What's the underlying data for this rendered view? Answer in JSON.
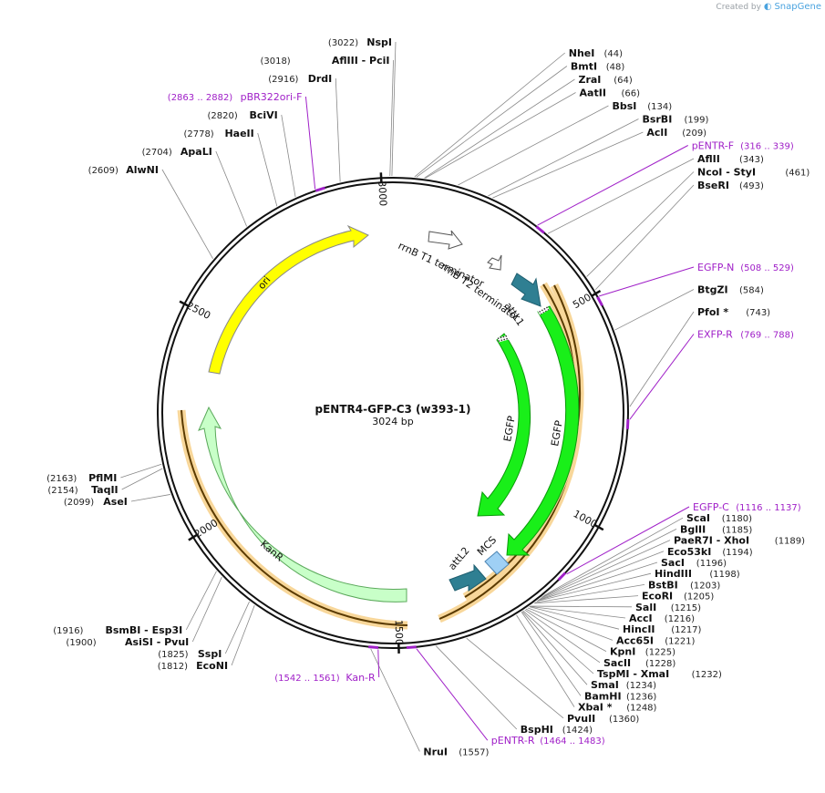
{
  "watermark": {
    "created_by": "Created by",
    "brand": "SnapGene"
  },
  "plasmid": {
    "name": "pENTR4-GFP-C3 (w393-1)",
    "length_label": "3024 bp",
    "length": 3024
  },
  "ticks": [
    {
      "pos": 500,
      "label": "500"
    },
    {
      "pos": 1000,
      "label": "1000"
    },
    {
      "pos": 1500,
      "label": "1500"
    },
    {
      "pos": 2000,
      "label": "2000"
    },
    {
      "pos": 2500,
      "label": "2500"
    },
    {
      "pos": 3000,
      "label": "3000"
    }
  ],
  "right_labels": [
    {
      "name": "NheI",
      "pos_text": "(44)",
      "pos": 44
    },
    {
      "name": "BmtI",
      "pos_text": "(48)",
      "pos": 48
    },
    {
      "name": "ZraI",
      "pos_text": "(64)",
      "pos": 64
    },
    {
      "name": "AatII",
      "pos_text": "(66)",
      "pos": 66
    },
    {
      "name": "BbsI",
      "pos_text": "(134)",
      "pos": 134
    },
    {
      "name": "BsrBI",
      "pos_text": "(199)",
      "pos": 199
    },
    {
      "name": "AclI",
      "pos_text": "(209)",
      "pos": 209
    },
    {
      "name": "pENTR-F",
      "pos_text": "(316 .. 339)",
      "pos": 316,
      "primer": true
    },
    {
      "name": "AflII",
      "pos_text": "(343)",
      "pos": 343
    },
    {
      "name": "NcoI  - StyI",
      "pos_text": "(461)",
      "pos": 461
    },
    {
      "name": "BseRI",
      "pos_text": "(493)",
      "pos": 493
    },
    {
      "name": "EGFP-N",
      "pos_text": "(508 .. 529)",
      "pos": 508,
      "primer": true
    },
    {
      "name": "BtgZI",
      "pos_text": "(584)",
      "pos": 584
    },
    {
      "name": "PfoI *",
      "pos_text": "(743)",
      "pos": 743
    },
    {
      "name": "EXFP-R",
      "pos_text": "(769 .. 788)",
      "pos": 769,
      "primer": true
    },
    {
      "name": "EGFP-C",
      "pos_text": "(1116 .. 1137)",
      "pos": 1116,
      "primer": true
    },
    {
      "name": "ScaI",
      "pos_text": "(1180)",
      "pos": 1180
    },
    {
      "name": "BglII",
      "pos_text": "(1185)",
      "pos": 1185
    },
    {
      "name": "PaeR7I  - XhoI",
      "pos_text": "(1189)",
      "pos": 1189
    },
    {
      "name": "Eco53kI",
      "pos_text": "(1194)",
      "pos": 1194
    },
    {
      "name": "SacI",
      "pos_text": "(1196)",
      "pos": 1196
    },
    {
      "name": "HindIII",
      "pos_text": "(1198)",
      "pos": 1198
    },
    {
      "name": "BstBI",
      "pos_text": "(1203)",
      "pos": 1203
    },
    {
      "name": "EcoRI",
      "pos_text": "(1205)",
      "pos": 1205
    },
    {
      "name": "SalI",
      "pos_text": "(1215)",
      "pos": 1215
    },
    {
      "name": "AccI",
      "pos_text": "(1216)",
      "pos": 1216
    },
    {
      "name": "HincII",
      "pos_text": "(1217)",
      "pos": 1217
    },
    {
      "name": "Acc65I",
      "pos_text": "(1221)",
      "pos": 1221
    },
    {
      "name": "KpnI",
      "pos_text": "(1225)",
      "pos": 1225
    },
    {
      "name": "SacII",
      "pos_text": "(1228)",
      "pos": 1228
    },
    {
      "name": "TspMI  - XmaI",
      "pos_text": "(1232)",
      "pos": 1232
    },
    {
      "name": "SmaI",
      "pos_text": "(1234)",
      "pos": 1234
    },
    {
      "name": "BamHI",
      "pos_text": "(1236)",
      "pos": 1236
    },
    {
      "name": "XbaI *",
      "pos_text": "(1248)",
      "pos": 1248
    },
    {
      "name": "PvuII",
      "pos_text": "(1360)",
      "pos": 1360
    },
    {
      "name": "BspHI",
      "pos_text": "(1424)",
      "pos": 1424
    },
    {
      "name": "pENTR-R",
      "pos_text": "(1464 .. 1483)",
      "pos": 1464,
      "primer": true
    },
    {
      "name": "NruI",
      "pos_text": "(1557)",
      "pos": 1557
    }
  ],
  "left_labels": [
    {
      "name": "NspI",
      "pos_text": "(3022)",
      "pos": 3022
    },
    {
      "name": "AflIII  - PciI",
      "pos_text": "(3018)",
      "pos": 3018
    },
    {
      "name": "DrdI",
      "pos_text": "(2916)",
      "pos": 2916
    },
    {
      "name": "pBR322ori-F",
      "pos_text": "(2863 .. 2882)",
      "pos": 2863,
      "primer": true
    },
    {
      "name": "BciVI",
      "pos_text": "(2820)",
      "pos": 2820
    },
    {
      "name": "HaeII",
      "pos_text": "(2778)",
      "pos": 2778
    },
    {
      "name": "ApaLI",
      "pos_text": "(2704)",
      "pos": 2704
    },
    {
      "name": "AlwNI",
      "pos_text": "(2609)",
      "pos": 2609
    },
    {
      "name": "PflMI",
      "pos_text": "(2163)",
      "pos": 2163
    },
    {
      "name": "TaqII",
      "pos_text": "(2154)",
      "pos": 2154
    },
    {
      "name": "AseI",
      "pos_text": "(2099)",
      "pos": 2099
    },
    {
      "name": "BsmBI  - Esp3I",
      "pos_text": "(1916)",
      "pos": 1916
    },
    {
      "name": "AsiSI  - PvuI",
      "pos_text": "(1900)",
      "pos": 1900
    },
    {
      "name": "SspI",
      "pos_text": "(1825)",
      "pos": 1825
    },
    {
      "name": "EcoNI",
      "pos_text": "(1812)",
      "pos": 1812
    },
    {
      "name": "Kan-R",
      "pos_text": "(1542 .. 1561)",
      "pos": 1542,
      "primer": true
    }
  ],
  "features": [
    {
      "name": "ori",
      "color": "#ffff00"
    },
    {
      "name": "rrnB T1 terminator",
      "color": "#ffffff"
    },
    {
      "name": "rrnB T2 terminator",
      "color": "#ffffff"
    },
    {
      "name": "attL1",
      "color": "#2f7f92"
    },
    {
      "name": "EGFP",
      "color": "#19ef19"
    },
    {
      "name": "EGFP",
      "color": "#19ef19"
    },
    {
      "name": "attL2",
      "color": "#2f7f92"
    },
    {
      "name": "MCS",
      "color": "#9fd0f5"
    },
    {
      "name": "KanR",
      "color": "#c8ffc8"
    }
  ],
  "colors": {
    "primer": "#a020c8",
    "orf": "#f5c070",
    "ring": "#111111"
  }
}
